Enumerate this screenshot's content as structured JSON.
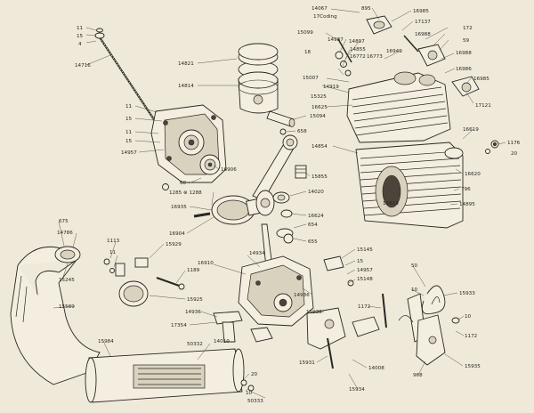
{
  "diagram": {
    "labels": [
      {
        "id": "l14067",
        "text": "14067"
      },
      {
        "id": "l895",
        "text": "895"
      },
      {
        "id": "l16985a",
        "text": "16985"
      },
      {
        "id": "lring",
        "text": "17Coding"
      },
      {
        "id": "l15099",
        "text": "15099"
      },
      {
        "id": "l17137",
        "text": "17137"
      },
      {
        "id": "l172",
        "text": "172"
      },
      {
        "id": "l14987",
        "text": "14987"
      },
      {
        "id": "l16988a",
        "text": "16988"
      },
      {
        "id": "l14897",
        "text": "14897"
      },
      {
        "id": "l18",
        "text": "18"
      },
      {
        "id": "l16949",
        "text": "16949"
      },
      {
        "id": "l14855",
        "text": "14855"
      },
      {
        "id": "l59",
        "text": "59"
      },
      {
        "id": "l16772",
        "text": "16772"
      },
      {
        "id": "l16773",
        "text": "16773"
      },
      {
        "id": "l16988b",
        "text": "16988"
      },
      {
        "id": "l15007",
        "text": "15007"
      },
      {
        "id": "l16986",
        "text": "16986"
      },
      {
        "id": "l14919",
        "text": "14919"
      },
      {
        "id": "l15325",
        "text": "15325"
      },
      {
        "id": "l16985b",
        "text": "16985"
      },
      {
        "id": "l17121",
        "text": "17121"
      },
      {
        "id": "l16625",
        "text": "16625"
      },
      {
        "id": "l11a",
        "text": "11"
      },
      {
        "id": "l15a",
        "text": "15"
      },
      {
        "id": "l4",
        "text": "4"
      },
      {
        "id": "l14716",
        "text": "14716"
      },
      {
        "id": "l14821",
        "text": "14821"
      },
      {
        "id": "l14814",
        "text": "14814"
      },
      {
        "id": "l15094",
        "text": "15094"
      },
      {
        "id": "l11b",
        "text": "11"
      },
      {
        "id": "l15b",
        "text": "15"
      },
      {
        "id": "l11c",
        "text": "11"
      },
      {
        "id": "l15c",
        "text": "15"
      },
      {
        "id": "l14957a",
        "text": "14957"
      },
      {
        "id": "l658",
        "text": "658"
      },
      {
        "id": "l14854",
        "text": "14854"
      },
      {
        "id": "l16619",
        "text": "16619"
      },
      {
        "id": "l1176",
        "text": "1176"
      },
      {
        "id": "l20a",
        "text": "20"
      },
      {
        "id": "l16906",
        "text": "16906"
      },
      {
        "id": "l60",
        "text": "60"
      },
      {
        "id": "l15855",
        "text": "15855"
      },
      {
        "id": "l16620",
        "text": "16620"
      },
      {
        "id": "l1285",
        "text": "1285 ⊗ 1288"
      },
      {
        "id": "l14020",
        "text": "14020"
      },
      {
        "id": "l796",
        "text": "796"
      },
      {
        "id": "l16935",
        "text": "16935"
      },
      {
        "id": "l16618",
        "text": "16618"
      },
      {
        "id": "l14895",
        "text": "14895"
      },
      {
        "id": "l16624",
        "text": "16624"
      },
      {
        "id": "l675",
        "text": "675"
      },
      {
        "id": "l654",
        "text": "654"
      },
      {
        "id": "l14786",
        "text": "14786"
      },
      {
        "id": "l16904",
        "text": "16904"
      },
      {
        "id": "l655",
        "text": "655"
      },
      {
        "id": "l1113",
        "text": "1113"
      },
      {
        "id": "l15929",
        "text": "15929"
      },
      {
        "id": "l14934",
        "text": "14934"
      },
      {
        "id": "l15145",
        "text": "15145"
      },
      {
        "id": "l11d",
        "text": "11"
      },
      {
        "id": "l16910",
        "text": "16910"
      },
      {
        "id": "l15d",
        "text": "15"
      },
      {
        "id": "l1189",
        "text": "1189"
      },
      {
        "id": "l14957b",
        "text": "14957"
      },
      {
        "id": "l15245",
        "text": "15245"
      },
      {
        "id": "l50",
        "text": "50"
      },
      {
        "id": "l15148",
        "text": "15148"
      },
      {
        "id": "l15925",
        "text": "15925"
      },
      {
        "id": "l10a",
        "text": "10"
      },
      {
        "id": "l15933",
        "text": "15933"
      },
      {
        "id": "l14936a",
        "text": "14936"
      },
      {
        "id": "l15589",
        "text": "15589"
      },
      {
        "id": "l14936b",
        "text": "14936"
      },
      {
        "id": "l1172a",
        "text": "1172"
      },
      {
        "id": "l15932",
        "text": "15932"
      },
      {
        "id": "l10b",
        "text": "10"
      },
      {
        "id": "l17354",
        "text": "17354"
      },
      {
        "id": "l14010",
        "text": "14010"
      },
      {
        "id": "l1172b",
        "text": "1172"
      },
      {
        "id": "l15984",
        "text": "15984"
      },
      {
        "id": "l50332a",
        "text": "50332"
      },
      {
        "id": "l15931",
        "text": "15931"
      },
      {
        "id": "l14008",
        "text": "14008"
      },
      {
        "id": "l968",
        "text": "968"
      },
      {
        "id": "l15935",
        "text": "15935"
      },
      {
        "id": "l15934",
        "text": "15934"
      },
      {
        "id": "l20b",
        "text": "20"
      },
      {
        "id": "l10c",
        "text": "10"
      },
      {
        "id": "l50333",
        "text": "50333"
      }
    ]
  }
}
